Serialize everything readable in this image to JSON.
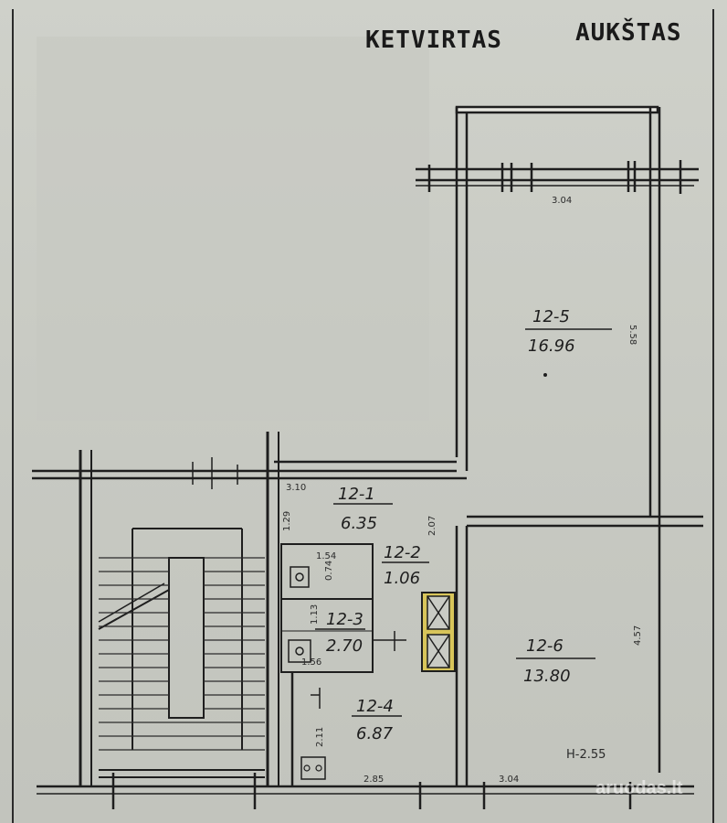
{
  "title": {
    "word1": "KETVIRTAS",
    "word2": "AUKŠTAS"
  },
  "rooms": [
    {
      "id": "12-5",
      "area": "16.96"
    },
    {
      "id": "12-1",
      "area": "6.35"
    },
    {
      "id": "12-2",
      "area": "1.06"
    },
    {
      "id": "12-3",
      "area": "2.70"
    },
    {
      "id": "12-4",
      "area": "6.87"
    },
    {
      "id": "12-6",
      "area": "13.80"
    }
  ],
  "dimensions": {
    "top_width": "3.04",
    "right_length": "5.58",
    "hall_width": "3.10",
    "hall_depth": "1.29",
    "hall_side": "2.07",
    "bath_width": "1.54",
    "bath_depth": "0.74",
    "wc_depth": "1.13",
    "wc_width": "1.56",
    "kitchen_depth": "2.11",
    "kitchen_width": "2.85",
    "room6_width": "3.04",
    "room6_length": "4.57",
    "height_note": "H-2.55"
  },
  "watermark": "aruodas.lt",
  "colors": {
    "paper": "#c9cbc4",
    "ink": "#1e1e1e",
    "flue": "#d8c55a"
  }
}
